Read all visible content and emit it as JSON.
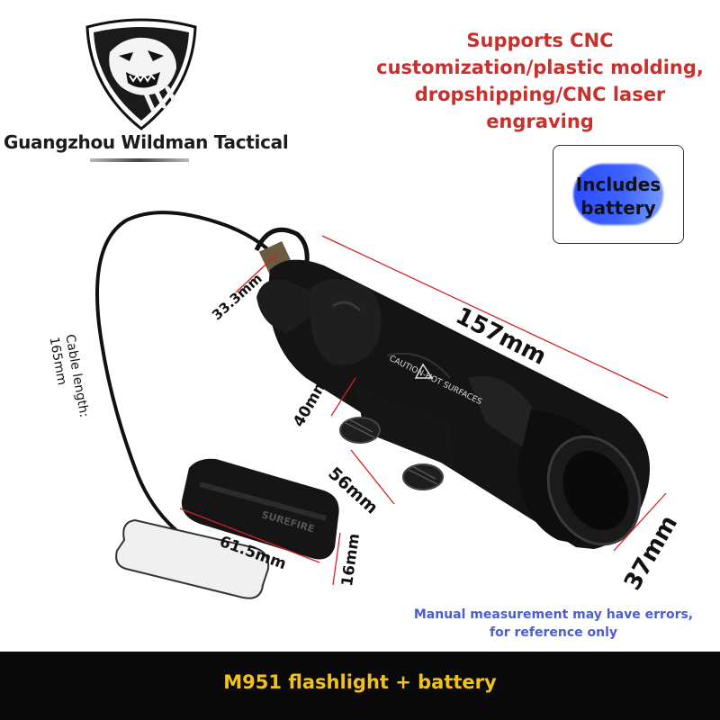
{
  "brand": {
    "name": "Guangzhou Wildman Tactical",
    "logo_icon": "bear-head-logo-icon"
  },
  "promo": {
    "line1": "Supports CNC",
    "line2": "customization/plastic molding,",
    "line3": "dropshipping/CNC laser",
    "line4": "engraving",
    "color": "#c9302c"
  },
  "badge": {
    "line1": "Includes",
    "line2": "battery"
  },
  "dimensions": {
    "length": "157mm",
    "head_diameter": "37mm",
    "switch_height": "33.3mm",
    "mount_height": "40mm",
    "mount_width": "56mm",
    "pad_length": "61.5mm",
    "pad_width": "16mm",
    "cable_line1": "Cable length:",
    "cable_line2": "165mm"
  },
  "product_markings": {
    "body_text": "CAUTION-HOT SURFACES",
    "switch_text": "SUREFIRE"
  },
  "note": {
    "line1": "Manual measurement may have errors,",
    "line2": "for reference only",
    "color": "#4a5ed1"
  },
  "footer": {
    "title": "M951 flashlight + battery",
    "color": "#f2c21b"
  }
}
